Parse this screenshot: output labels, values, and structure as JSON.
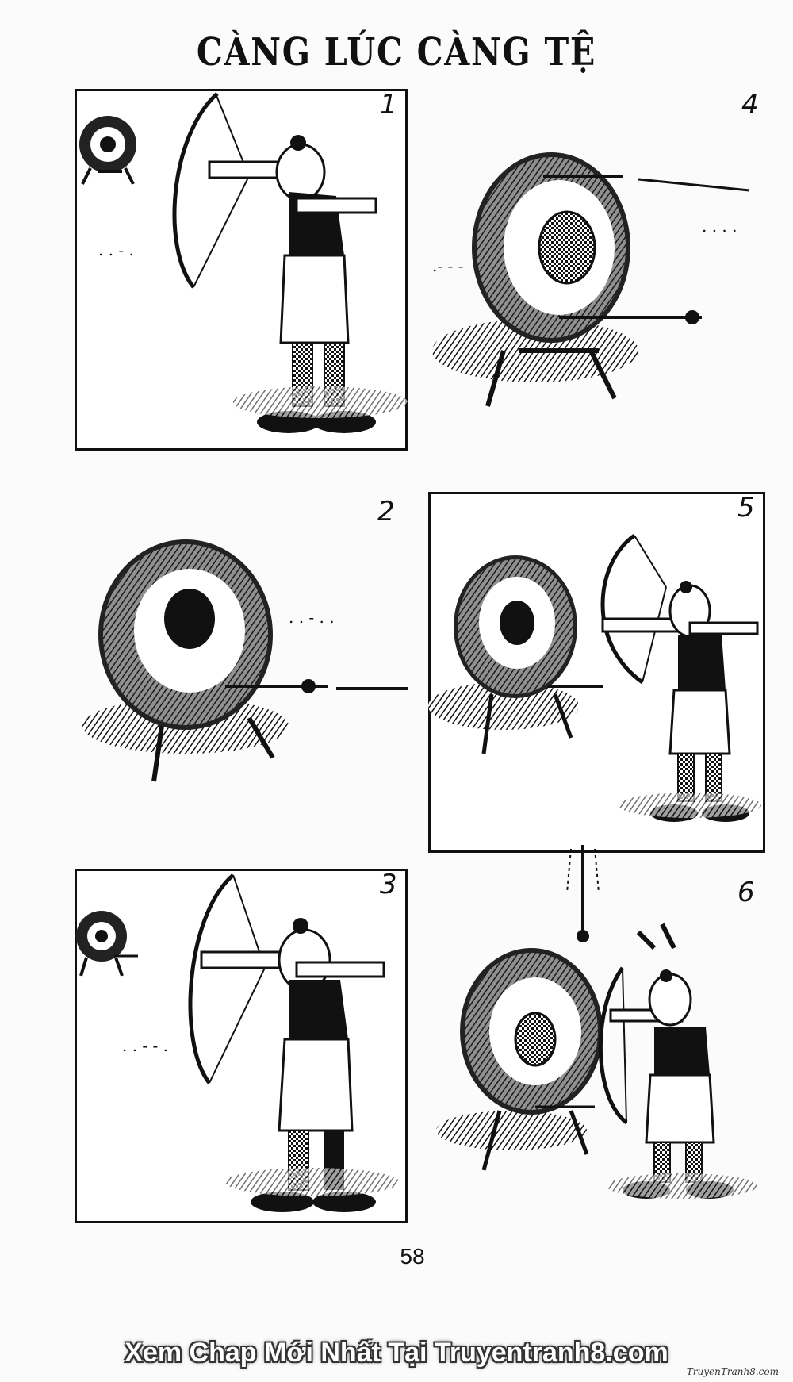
{
  "page": {
    "title": "CÀNG LÚC CÀNG TỆ",
    "page_number": "58"
  },
  "panels": [
    {
      "id": "1",
      "label": "1"
    },
    {
      "id": "2",
      "label": "2"
    },
    {
      "id": "3",
      "label": "3"
    },
    {
      "id": "4",
      "label": "4"
    },
    {
      "id": "5",
      "label": "5"
    },
    {
      "id": "6",
      "label": "6"
    }
  ],
  "footer": {
    "promo_text": "Xem Chap Mới Nhất Tại Truyentranh8.com",
    "watermark": "TruyenTranh8.com"
  }
}
